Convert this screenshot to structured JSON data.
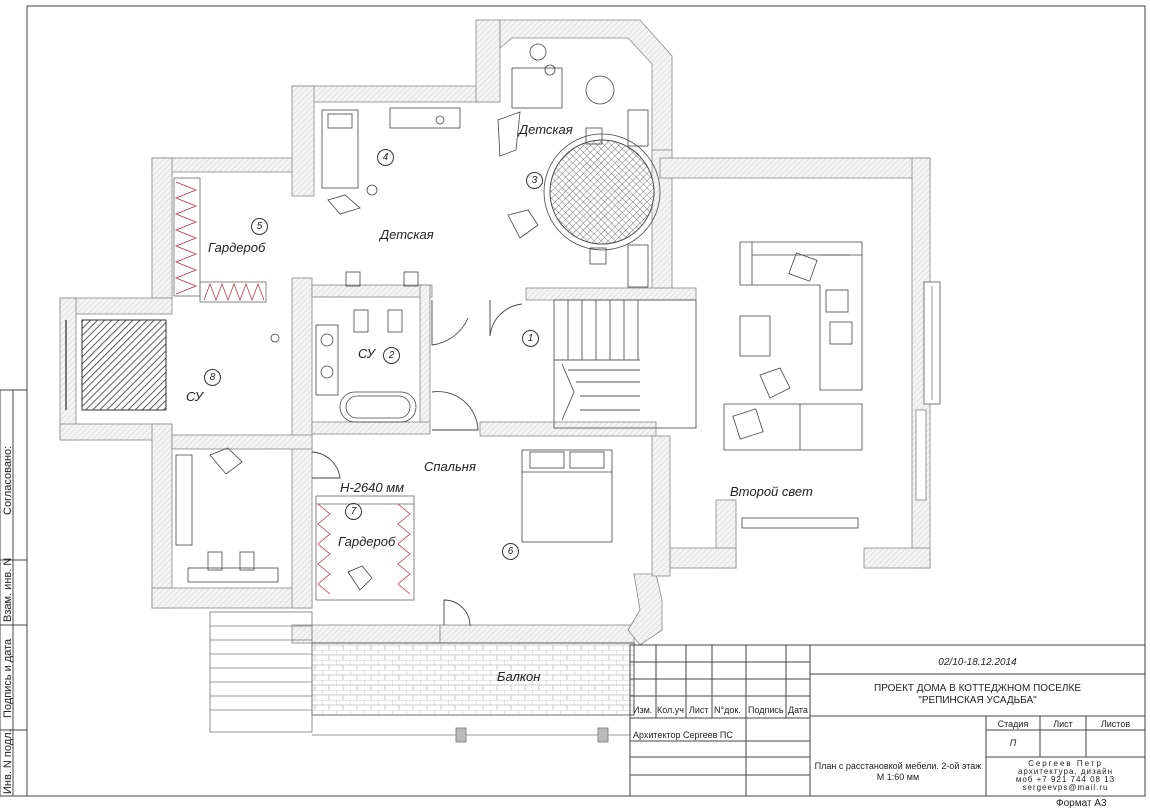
{
  "rooms": {
    "r1": {
      "number": "1"
    },
    "r2": {
      "number": "2",
      "name": "СУ"
    },
    "r3": {
      "number": "3",
      "name": "Детская"
    },
    "r4": {
      "number": "4",
      "name": "Детская"
    },
    "r5": {
      "number": "5",
      "name": "Гардероб"
    },
    "r6": {
      "number": "6",
      "name": "Спальня"
    },
    "r7": {
      "number": "7",
      "name": "Гардероб"
    },
    "r8": {
      "number": "8",
      "name": "СУ"
    },
    "second_light": "Второй свет",
    "balcony": "Балкон",
    "ceiling_height": "Н-2640 мм"
  },
  "side_stamp": {
    "agreed": "Согласовано:",
    "swap_inv": "Взам. инв. N",
    "sign_date": "Подпись и дата",
    "inv_orig": "Инв. N подл."
  },
  "title_block": {
    "date": "02/10-18.12.2014",
    "project_line1": "ПРОЕКТ ДОМА В КОТТЕДЖНОМ ПОСЕЛКЕ",
    "project_line2": "\"РЕПИНСКАЯ УСАДЬБА\"",
    "headers": [
      "Изм.",
      "Кол.уч",
      "Лист",
      "N°док.",
      "Подпись",
      "Дата"
    ],
    "architect": "Архитектор Сергеев ПС",
    "stage_label": "Стадия",
    "sheet_label": "Лист",
    "sheets_label": "Листов",
    "stage_value": "П",
    "drawing_line1": "План с расстановкой мебели. 2-ой этаж",
    "drawing_line2": "М 1:60 мм",
    "firm_line1": "Сергеев Петр",
    "firm_line2": "архитектура, дизайн",
    "firm_line3": "моб +7 921 744 08 13",
    "firm_line4": "sergeevps@mail.ru",
    "format": "Формат А3"
  }
}
